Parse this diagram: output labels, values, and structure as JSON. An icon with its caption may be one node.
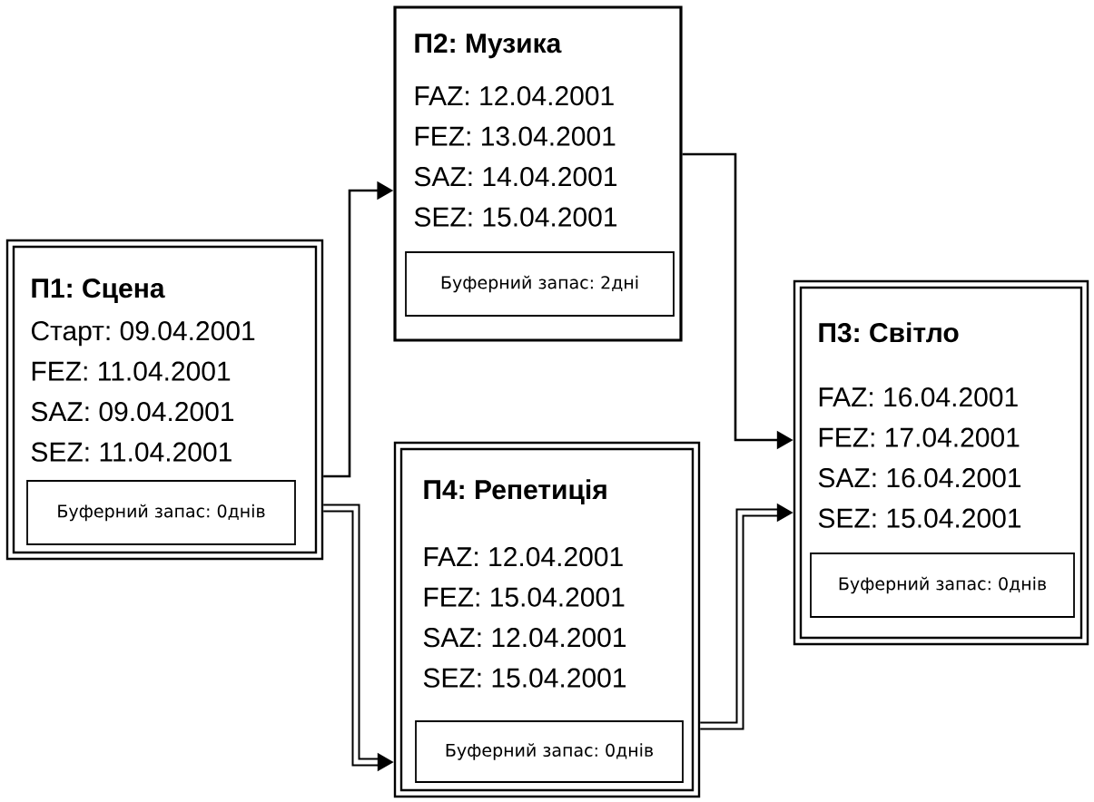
{
  "diagram": {
    "nodes": [
      {
        "text": [
          "П1: Сцена",
          "Старт: 09.04.2001",
          "FEZ: 11.04.2001",
          "SAZ: 09.04.2001",
          "SEZ: 11.04.2001"
        ]
      },
      {
        "text": [
          "Буферний запас: 0днів"
        ],
        "in": 0
      },
      {
        "text": [
          "П2: Музика",
          "FAZ: 12.04.2001",
          "FEZ: 13.04.2001",
          "SAZ: 14.04.2001",
          "SEZ: 15.04.2001"
        ]
      },
      {
        "text": [
          "Буферний запас: 2дні"
        ],
        "in": 2
      },
      {
        "text": [
          "П4: Репетиція",
          "FAZ: 12.04.2001",
          "FEZ: 15.04.2001",
          "SAZ: 12.04.2001",
          "SEZ: 15.04.2001"
        ]
      },
      {
        "text": [
          "Буферний запас: 0днів"
        ],
        "in": 4
      },
      {
        "text": [
          "П3: Світло",
          "FAZ: 16.04.2001",
          "FEZ: 17.04.2001",
          "SAZ: 16.04.2001",
          "SEZ: 15.04.2001"
        ]
      },
      {
        "text": [
          "Буферний запас: 0днів"
        ],
        "in": 6
      }
    ],
    "edges": [
      {
        "from": 0,
        "to": 2,
        "arrow": "to"
      },
      {
        "from": 0,
        "to": 4,
        "arrow": "to",
        "style": "thick"
      },
      {
        "from": 2,
        "to": 6,
        "arrow": "to"
      },
      {
        "from": 4,
        "to": 6,
        "arrow": "to",
        "style": "thick"
      }
    ]
  }
}
